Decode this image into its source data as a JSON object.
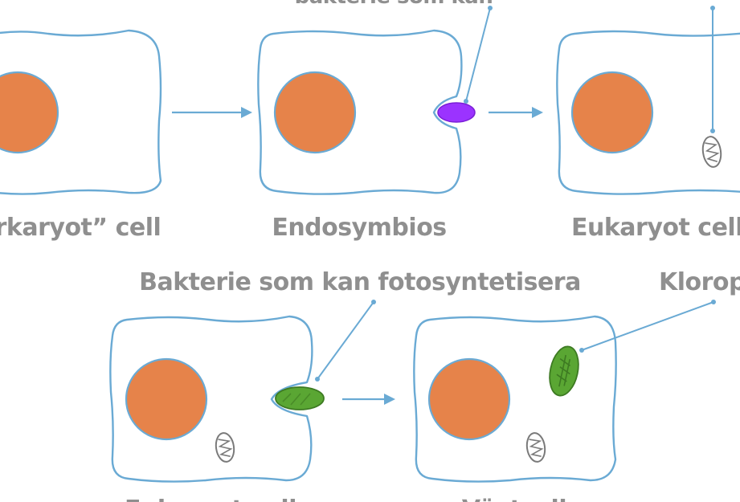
{
  "labels": {
    "top_partial": "bakterie som kan",
    "urkaryot": "Urkaryot” cell",
    "endosymbios": "Endosymbios",
    "eukaryot": "Eukaryot cell",
    "bakterie_foto": "Bakterie som kan fotosyntetisera",
    "kloroplast": "Kloroplast",
    "bottom_left": "Eukaryot cell",
    "bottom_right": "Växtcell"
  },
  "colors": {
    "membrane": "#6aaad4",
    "nucleus": "#e6834a",
    "aerobic_bacterium": "#9b33ff",
    "chloroplast": "#5aa633",
    "label_text": "#8f8f8f"
  }
}
